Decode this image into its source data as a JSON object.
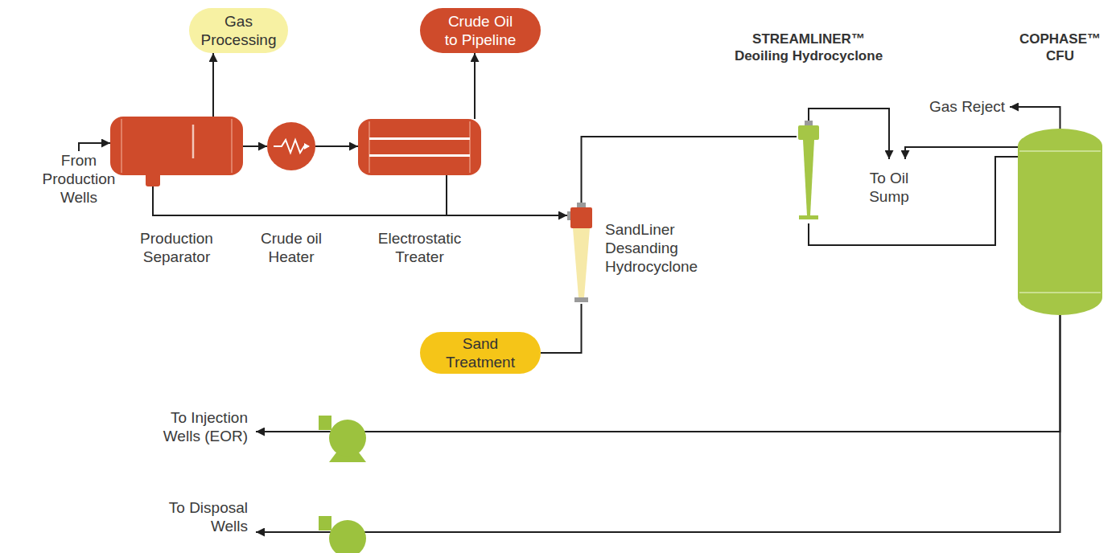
{
  "diagram": {
    "nodes": [
      {
        "text": [
          "Gas Processing"
        ]
      },
      {
        "text": [
          "Crude Oil to Pipeline"
        ]
      },
      {
        "text": [
          "Production Separator"
        ]
      },
      {
        "text": [
          "Crude oil Heater"
        ]
      },
      {
        "text": [
          "Electrostatic Treater"
        ]
      },
      {
        "text": [
          "SandLiner Desanding Hydrocyclone"
        ]
      },
      {
        "text": [
          "Sand Treatment"
        ]
      },
      {
        "text": [
          "STREAMLINER™ Deoiling Hydrocyclone"
        ]
      },
      {
        "text": [
          "COPHASE™ CFU"
        ]
      },
      {
        "text": [
          "To Oil Sump"
        ]
      },
      {
        "text": [
          "Gas Reject"
        ]
      },
      {
        "text": [
          "To Injection Wells (EOR)"
        ]
      },
      {
        "text": [
          "To Disposal Wells"
        ]
      },
      {
        "text": [
          "From Production Wells"
        ]
      }
    ],
    "edges": [
      {
        "from": 13,
        "to": 2,
        "arrow": "to"
      },
      {
        "from": 2,
        "to": 0,
        "arrow": "to"
      },
      {
        "from": 2,
        "to": 3,
        "arrow": "to"
      },
      {
        "from": 3,
        "to": 4,
        "arrow": "to"
      },
      {
        "from": 4,
        "to": 1,
        "arrow": "to"
      },
      {
        "from": 2,
        "to": 5,
        "arrow": "none"
      },
      {
        "from": 4,
        "to": 5,
        "arrow": "to"
      },
      {
        "from": 5,
        "to": 6,
        "arrow": "none"
      },
      {
        "from": 5,
        "to": 7,
        "arrow": "none"
      },
      {
        "from": 7,
        "to": 9,
        "arrow": "to"
      },
      {
        "from": 8,
        "to": 9,
        "arrow": "to"
      },
      {
        "from": 7,
        "to": 8,
        "arrow": "none"
      },
      {
        "from": 8,
        "to": 10,
        "arrow": "to"
      },
      {
        "from": 8,
        "to": 11,
        "arrow": "to"
      },
      {
        "from": 8,
        "to": 12,
        "arrow": "to"
      }
    ]
  }
}
